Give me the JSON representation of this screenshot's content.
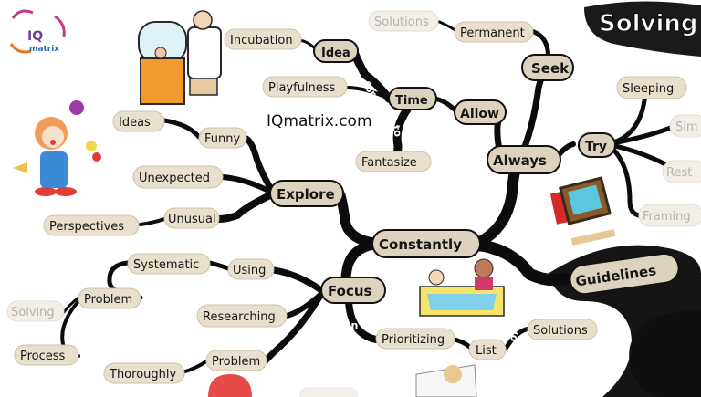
{
  "site_url": "IQmatrix.com",
  "logo": {
    "name": "IQ",
    "subtitle": "matrix"
  },
  "title_banner": "Solving",
  "central_branch": "Constantly",
  "major_branches": {
    "always": "Always",
    "explore": "Explore",
    "focus": "Focus",
    "guidelines": "Guidelines"
  },
  "nodes": {
    "solutions_top": "Solutions",
    "permanent": "Permanent",
    "seek": "Seek",
    "incubation": "Incubation",
    "idea": "Idea",
    "playfulness": "Playfulness",
    "time": "Time",
    "allow": "Allow",
    "fantasize": "Fantasize",
    "try": "Try",
    "sleeping": "Sleeping",
    "sim": "Sim",
    "rest": "Rest",
    "framing": "Framing",
    "ideas": "Ideas",
    "funny": "Funny",
    "unexpected": "Unexpected",
    "perspectives": "Perspectives",
    "unusual": "Unusual",
    "systematic": "Systematic",
    "using": "Using",
    "problem_left": "Problem",
    "solving": "Solving",
    "process": "Process",
    "researching": "Researching",
    "problem_bottom": "Problem",
    "thoroughly": "Thoroughly",
    "prioritizing": "Prioritizing",
    "list": "List",
    "solutions_bottom": "Solutions"
  },
  "connectors": {
    "for": "for",
    "to": "to",
    "on_using": "on",
    "on_prioritizing": "on",
    "of": "of"
  }
}
